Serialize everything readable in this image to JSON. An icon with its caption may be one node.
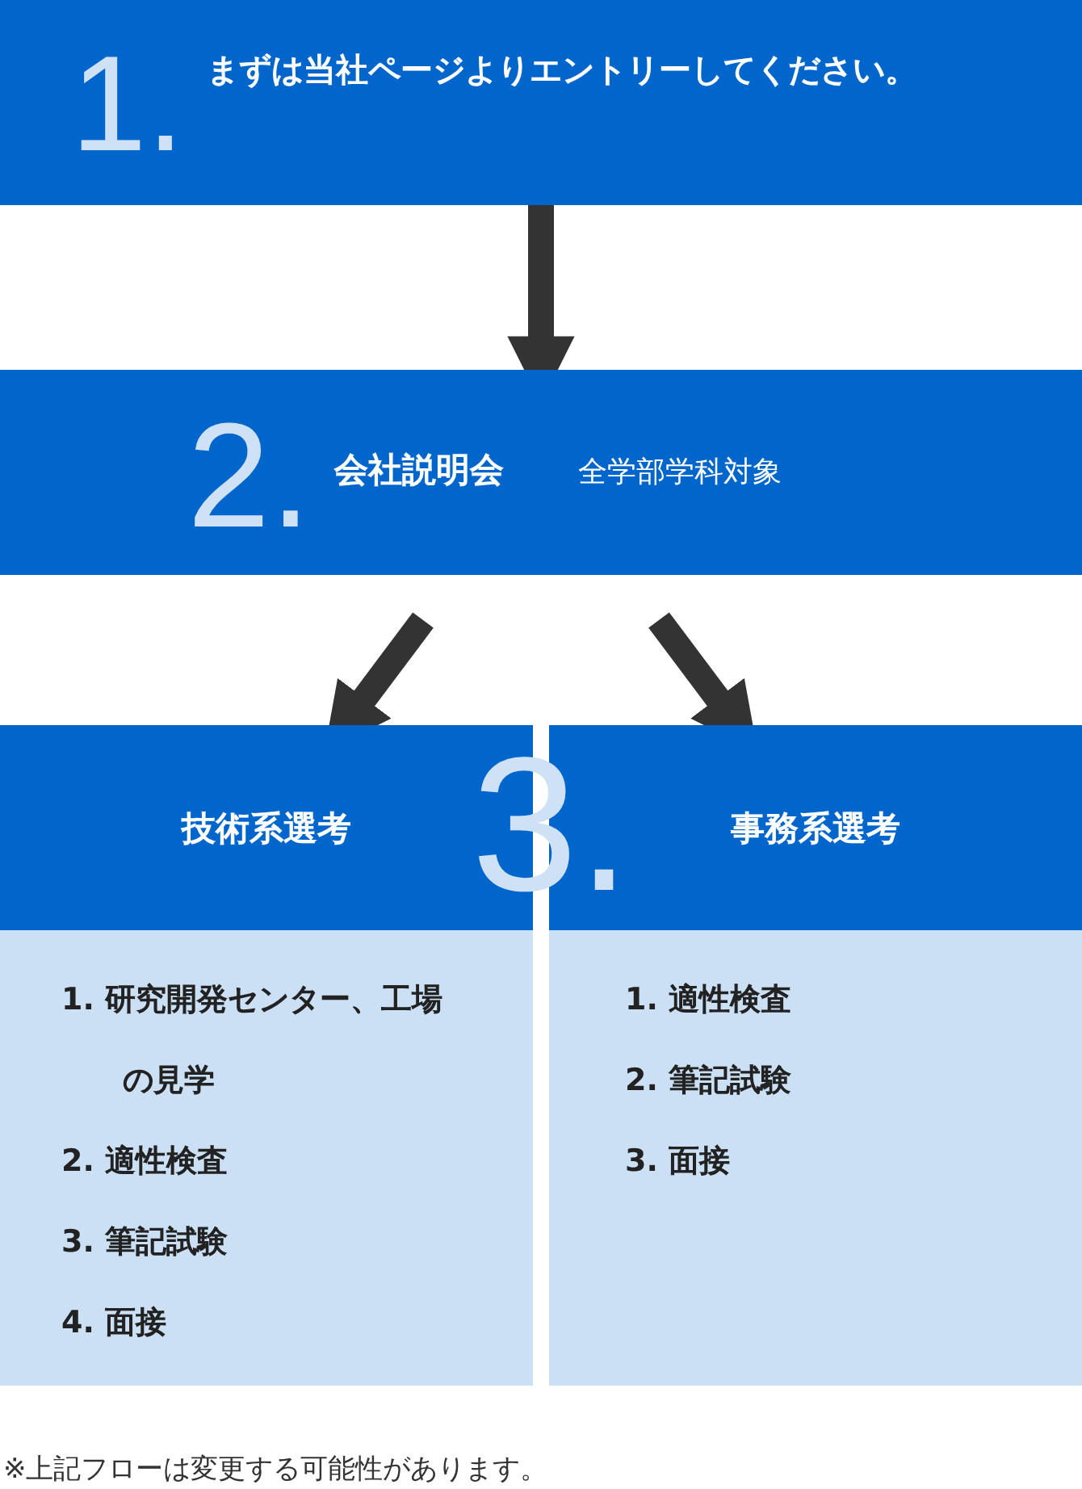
{
  "diagram": {
    "nodes": [
      {
        "text": [
          "1.",
          "まずは当社ページよりエントリーしてください。"
        ]
      },
      {
        "text": [
          "2.",
          "会社説明会",
          "全学部学科対象"
        ]
      },
      {
        "text": [
          "技術系選考",
          "1. 研究開発センター、工場の見学",
          "2. 適性検査",
          "3. 筆記試験",
          "4. 面接"
        ]
      },
      {
        "text": [
          "事務系選考",
          "1. 適性検査",
          "2. 筆記試験",
          "3. 面接"
        ]
      }
    ],
    "edges": [
      {
        "from": 0,
        "to": 1,
        "arrow": "to"
      },
      {
        "from": 1,
        "to": 2,
        "arrow": "to"
      },
      {
        "from": 1,
        "to": 3,
        "arrow": "to"
      }
    ],
    "labels": [
      "3.",
      "※上記フローは変更する可能性があります。"
    ]
  }
}
